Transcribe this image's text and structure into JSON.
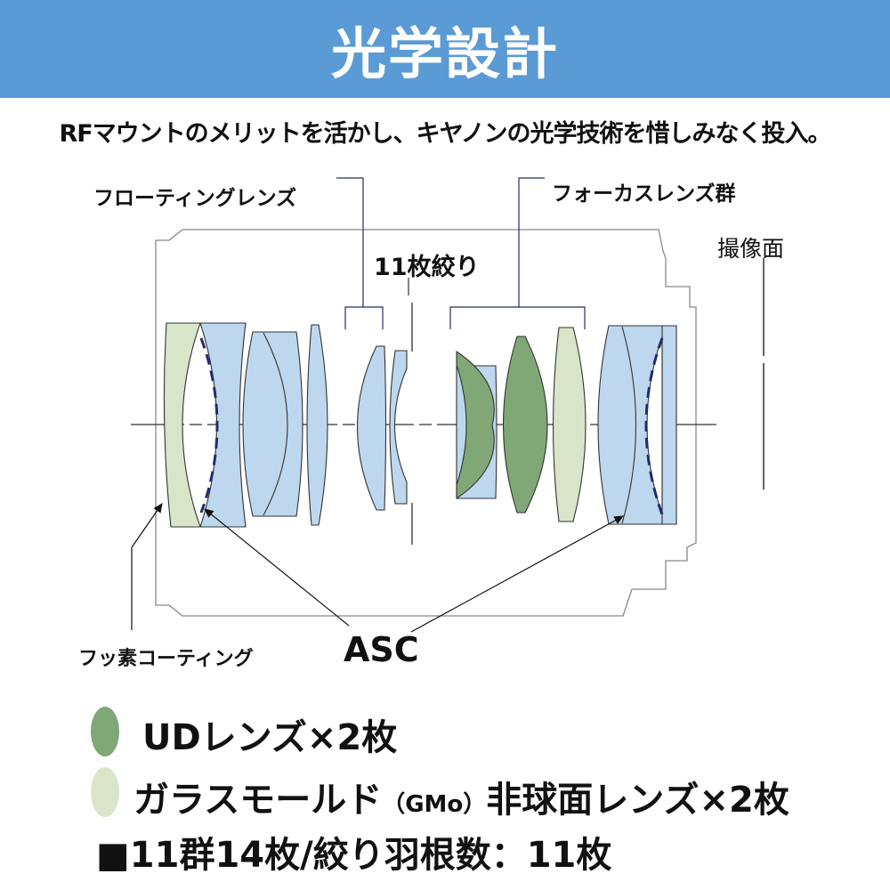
{
  "header": {
    "title": "光学設計"
  },
  "subtitle": "RFマウントのメリットを活かし、キヤノンの光学技術を惜しみなく投入。",
  "diagram": {
    "floating_label": "フローティングレンズ",
    "focus_label": "フォーカスレンズ群",
    "sensor_label": "撮像面",
    "aperture_label": "11枚絞り",
    "coating_label": "フッ素コーティング",
    "asc_label": "ASC"
  },
  "legend": {
    "ud": "UDレンズ×2枚",
    "gmo_main": "ガラスモールド",
    "gmo_paren": "（GMo）",
    "gmo_rest": "非球面レンズ×2枚",
    "spec": "■11群14枚/絞り羽根数：11枚"
  },
  "colors": {
    "header": "#5b9bd5",
    "lens_blue": "#bdd7ee",
    "ud_green": "#7fa876",
    "gmo_green": "#d9e5c9",
    "asc_dash": "#1f2d6e"
  }
}
